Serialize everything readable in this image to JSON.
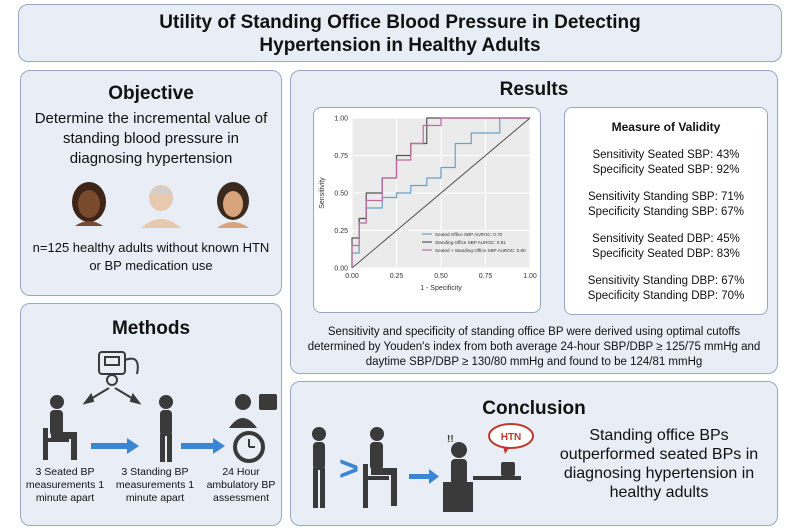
{
  "title": "Utility of Standing Office Blood Pressure in Detecting Hypertension in Healthy Adults",
  "objective": {
    "heading": "Objective",
    "text": "Determine the incremental value of standing blood pressure in diagnosing hypertension",
    "sample": "n=125 healthy adults without known HTN or BP medication use"
  },
  "methods": {
    "heading": "Methods",
    "steps": [
      {
        "label": "3 Seated BP measurements 1 minute apart"
      },
      {
        "label": "3 Standing BP measurements 1 minute apart"
      },
      {
        "label": "24 Hour ambulatory BP assessment"
      }
    ]
  },
  "results": {
    "heading": "Results",
    "caption": "Sensitivity and specificity of standing office BP were derived using optimal cutoffs determined by Youden's index from both average 24-hour SBP/DBP ≥ 125/75 mmHg and daytime SBP/DBP ≥ 130/80 mmHg and found to be 124/81 mmHg",
    "validity": {
      "title": "Measure of Validity",
      "groups": [
        [
          "Sensitivity Seated SBP: 43%",
          "Specificity Seated SBP: 92%"
        ],
        [
          "Sensitivity Standing SBP: 71%",
          "Specificity Standing SBP: 67%"
        ],
        [
          "Sensitivity Seated DBP: 45%",
          "Specificity Seated DBP: 83%"
        ],
        [
          "Sensitivity Standing DBP: 67%",
          "Specificity Standing DBP: 70%"
        ]
      ]
    }
  },
  "chart_data": {
    "type": "line",
    "title": "",
    "xlabel": "1 - Specificity",
    "ylabel": "Sensitivity",
    "xlim": [
      0,
      1
    ],
    "ylim": [
      0,
      1
    ],
    "xticks": [
      "0.00",
      "0.25",
      "0.50",
      "0.75",
      "1.00"
    ],
    "yticks": [
      "0.00",
      "0.25",
      "0.50",
      "0.75",
      "1.00"
    ],
    "legend_position": "bottom-right",
    "series": [
      {
        "name": "Seated Office SBP AUROC: 0.70",
        "color": "#6aa0c8",
        "x": [
          0,
          0,
          0.04,
          0.04,
          0.08,
          0.08,
          0.17,
          0.17,
          0.25,
          0.25,
          0.33,
          0.33,
          0.42,
          0.42,
          0.5,
          0.5,
          0.58,
          0.58,
          0.67,
          0.67,
          0.83,
          0.83,
          1
        ],
        "y": [
          0,
          0.1,
          0.1,
          0.33,
          0.33,
          0.4,
          0.4,
          0.47,
          0.47,
          0.5,
          0.5,
          0.55,
          0.55,
          0.6,
          0.6,
          0.67,
          0.67,
          0.83,
          0.83,
          0.9,
          0.9,
          1,
          1
        ]
      },
      {
        "name": "Standing Office SBP AUROC: 0.81",
        "color": "#555555",
        "x": [
          0,
          0,
          0.04,
          0.04,
          0.08,
          0.08,
          0.17,
          0.17,
          0.25,
          0.25,
          0.33,
          0.33,
          0.42,
          0.42,
          0.5,
          0.5,
          1
        ],
        "y": [
          0,
          0.2,
          0.2,
          0.33,
          0.33,
          0.5,
          0.5,
          0.6,
          0.6,
          0.75,
          0.75,
          0.83,
          0.83,
          1,
          1,
          1,
          1
        ]
      },
      {
        "name": "Seated + Standing Office SBP AUROC: 0.80",
        "color": "#c06aa0",
        "x": [
          0,
          0,
          0.04,
          0.04,
          0.08,
          0.08,
          0.17,
          0.17,
          0.25,
          0.25,
          0.33,
          0.33,
          0.4,
          0.4,
          0.5,
          0.5,
          1
        ],
        "y": [
          0,
          0.15,
          0.15,
          0.3,
          0.3,
          0.45,
          0.45,
          0.6,
          0.6,
          0.72,
          0.72,
          0.83,
          0.83,
          0.95,
          0.95,
          1,
          1
        ]
      }
    ]
  },
  "conclusion": {
    "heading": "Conclusion",
    "text": "Standing office BPs outperformed seated BPs in diagnosing hypertension in healthy adults",
    "badge": "HTN",
    "symbol": ">"
  },
  "colors": {
    "panel": "#e8edf6",
    "border": "#9aa8bf",
    "arrow": "#3b86d4",
    "figure": "#3a3a3a"
  }
}
